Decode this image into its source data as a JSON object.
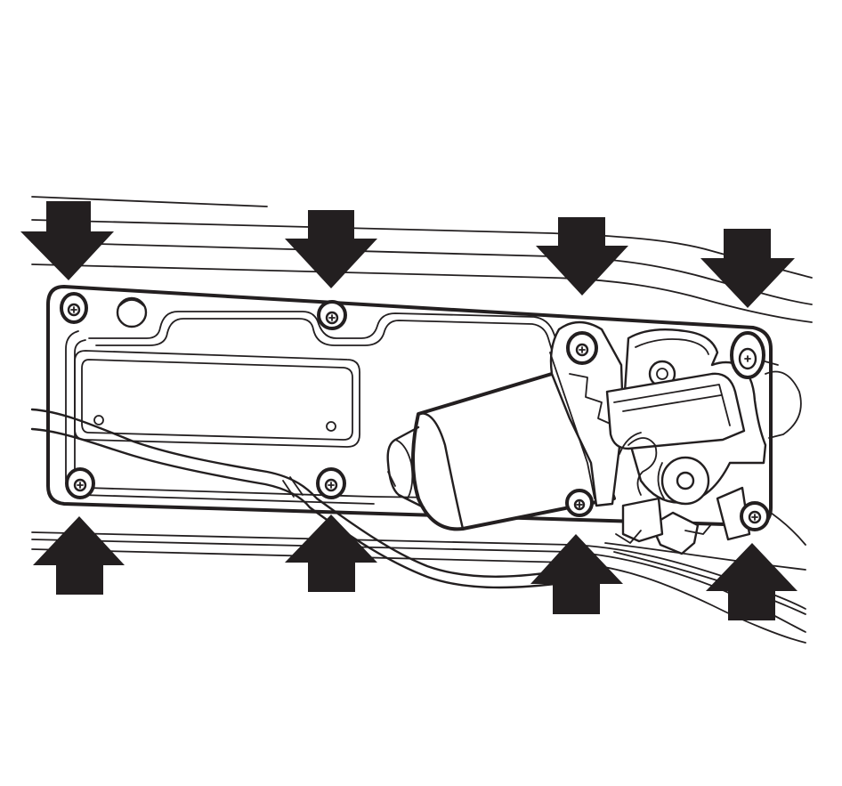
{
  "diagram": {
    "kind": "line illustration",
    "colors": {
      "line": "#231f20",
      "background": "#ffffff",
      "arrow": "#231f20"
    },
    "fasteners": [
      {
        "id": "screw-top-1",
        "position": "top"
      },
      {
        "id": "screw-top-2",
        "position": "top"
      },
      {
        "id": "screw-top-3",
        "position": "top"
      },
      {
        "id": "screw-top-4",
        "position": "top"
      },
      {
        "id": "screw-bottom-1",
        "position": "bottom"
      },
      {
        "id": "screw-bottom-2",
        "position": "bottom"
      },
      {
        "id": "screw-bottom-3",
        "position": "bottom"
      },
      {
        "id": "screw-bottom-4",
        "position": "bottom"
      }
    ],
    "arrows": {
      "down": 4,
      "up": 4
    }
  }
}
